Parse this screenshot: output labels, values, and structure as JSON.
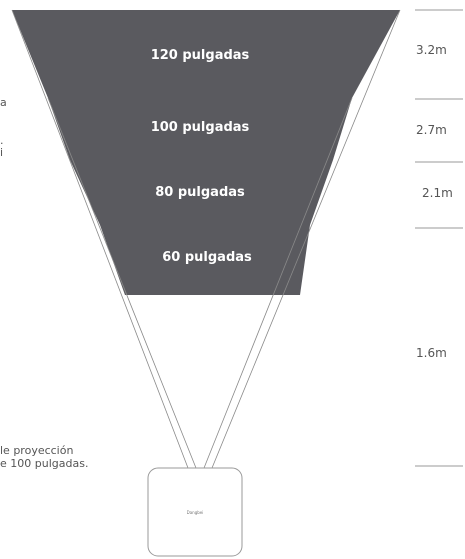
{
  "colors": {
    "band_fill": "#5a5a5f",
    "ray_stroke": "#8a8a8a",
    "tick_stroke": "#999999",
    "text_muted": "#555555",
    "projector_stroke": "#9a9a9a"
  },
  "screens": [
    {
      "label": "120 pulgadas"
    },
    {
      "label": "100 pulgadas"
    },
    {
      "label": "80 pulgadas"
    },
    {
      "label": "60 pulgadas"
    }
  ],
  "distances": [
    {
      "label": "3.2m"
    },
    {
      "label": "2.7m"
    },
    {
      "label": "2.1m"
    },
    {
      "label": "1.6m"
    }
  ],
  "side_text": {
    "left_top_1": "a",
    "left_top_2": ".",
    "left_top_3": "i",
    "bottom_line_1": "le proyección",
    "bottom_line_2": "e 100 pulgadas."
  },
  "projector": {
    "brand": "Dangbei"
  }
}
